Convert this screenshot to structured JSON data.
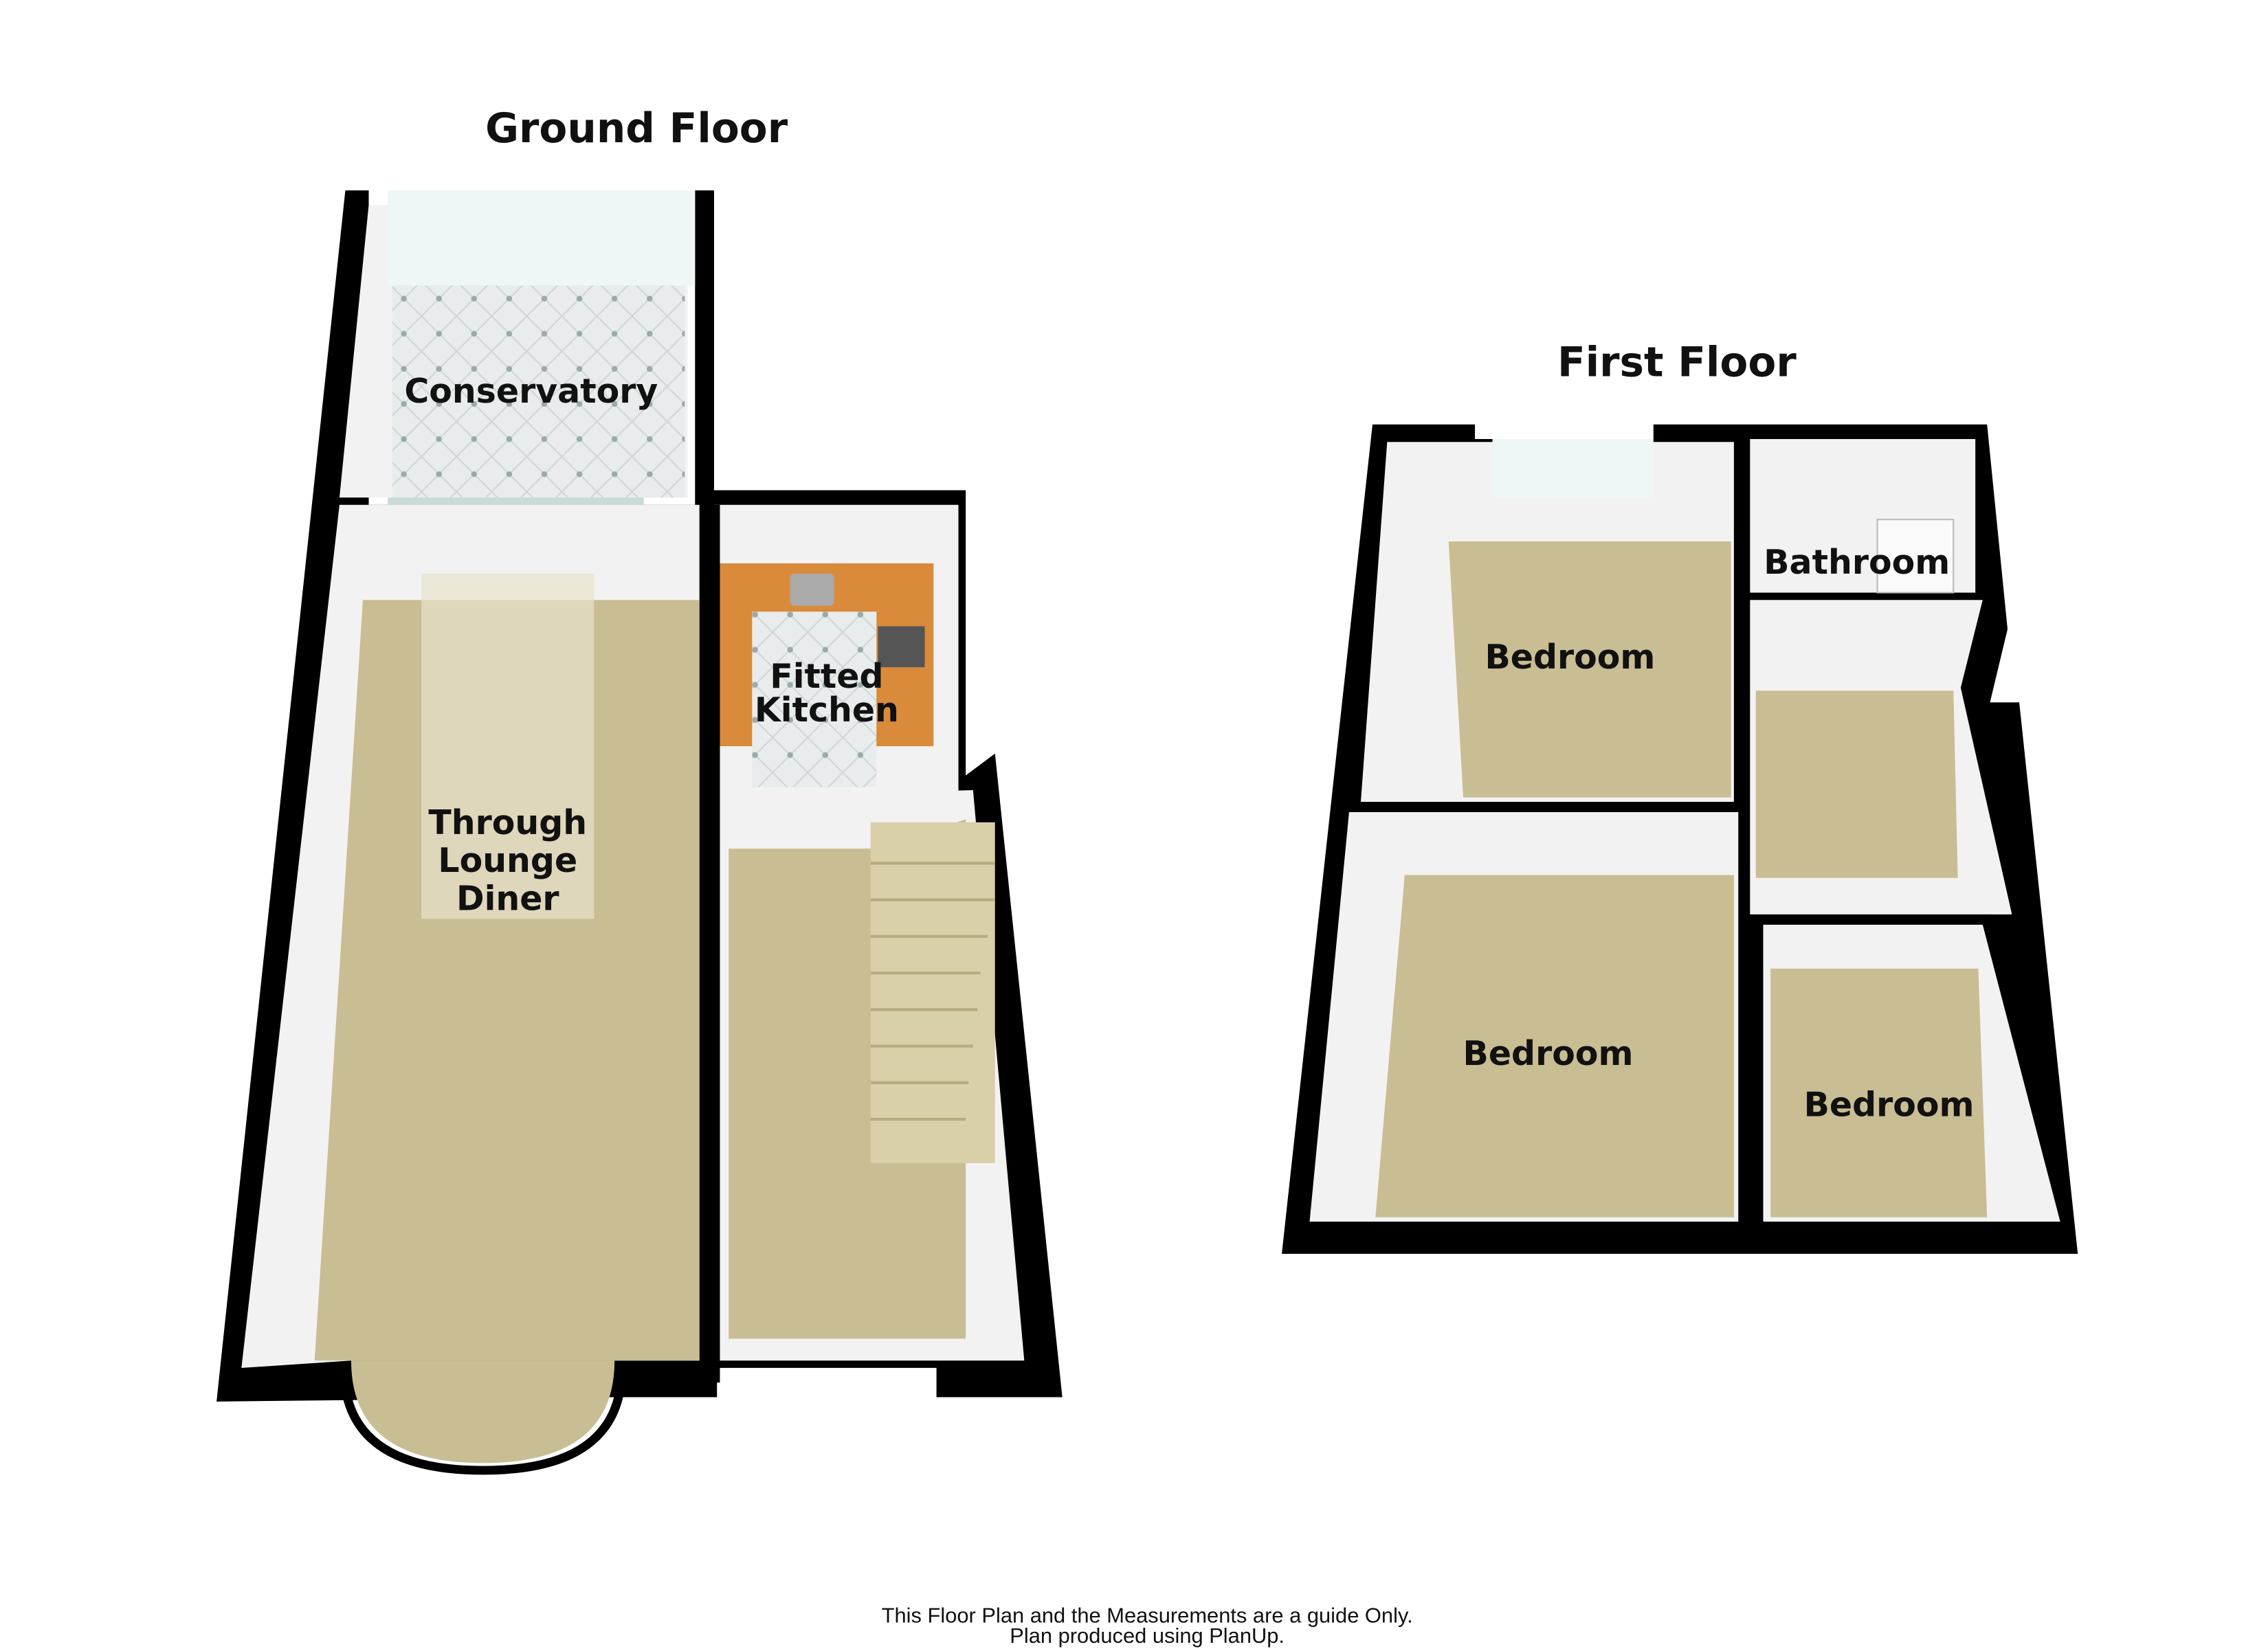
{
  "ground_floor": {
    "title": "Ground Floor",
    "rooms": {
      "conservatory": "Conservatory",
      "kitchen_line1": "Fitted",
      "kitchen_line2": "Kitchen",
      "lounge_line1": "Through",
      "lounge_line2": "Lounge",
      "lounge_line3": "Diner"
    }
  },
  "first_floor": {
    "title": "First Floor",
    "rooms": {
      "bedroom_top": "Bedroom",
      "bathroom": "Bathroom",
      "bedroom_left": "Bedroom",
      "bedroom_right": "Bedroom"
    }
  },
  "footer": {
    "line1": "This Floor Plan and the Measurements are a guide Only.",
    "line2": "Plan produced using PlanUp."
  },
  "colors": {
    "floor": "#c9bd93",
    "wall": "#000000",
    "wall_face": "#f2f2f2",
    "kitchen_worktop": "#d98a3a",
    "tile": "#e9ecec"
  }
}
